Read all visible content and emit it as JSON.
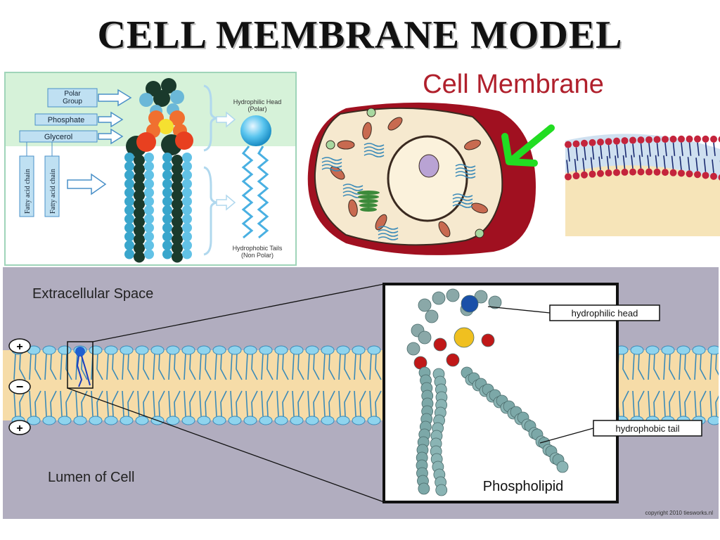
{
  "title": "CELL MEMBRANE MODEL",
  "phospholipid_diagram": {
    "polar_group": "Polar\nGroup",
    "phosphate": "Phosphate",
    "glycerol": "Glycerol",
    "fatty_acid_1": "Fatty acid chain",
    "fatty_acid_2": "Fatty acid chain",
    "hydrophilic_head": "Hydrophilic Head",
    "hydrophilic_sub": "(Polar)",
    "hydrophobic_tails": "Hydrophobic Tails",
    "hydrophobic_sub": "(Non Polar)"
  },
  "cell_panel": {
    "title": "Cell Membrane"
  },
  "membrane_panel": {
    "extracellular": "Extracellular Space",
    "lumen": "Lumen of Cell",
    "plus_top": "+",
    "minus": "−",
    "plus_bottom": "+",
    "hydrophilic_head": "hydrophilic head",
    "hydrophobic_tail": "hydrophobic tail",
    "phospholipid": "Phospholipid",
    "copyright": "copyright 2010 tiesworks.nl"
  },
  "colors": {
    "membrane_band": "#f6dca8",
    "bead_blue": "#6bb8d8",
    "cell_wall": "#a01020",
    "arrow_green": "#22dd22",
    "title_red": "#b0202c"
  }
}
